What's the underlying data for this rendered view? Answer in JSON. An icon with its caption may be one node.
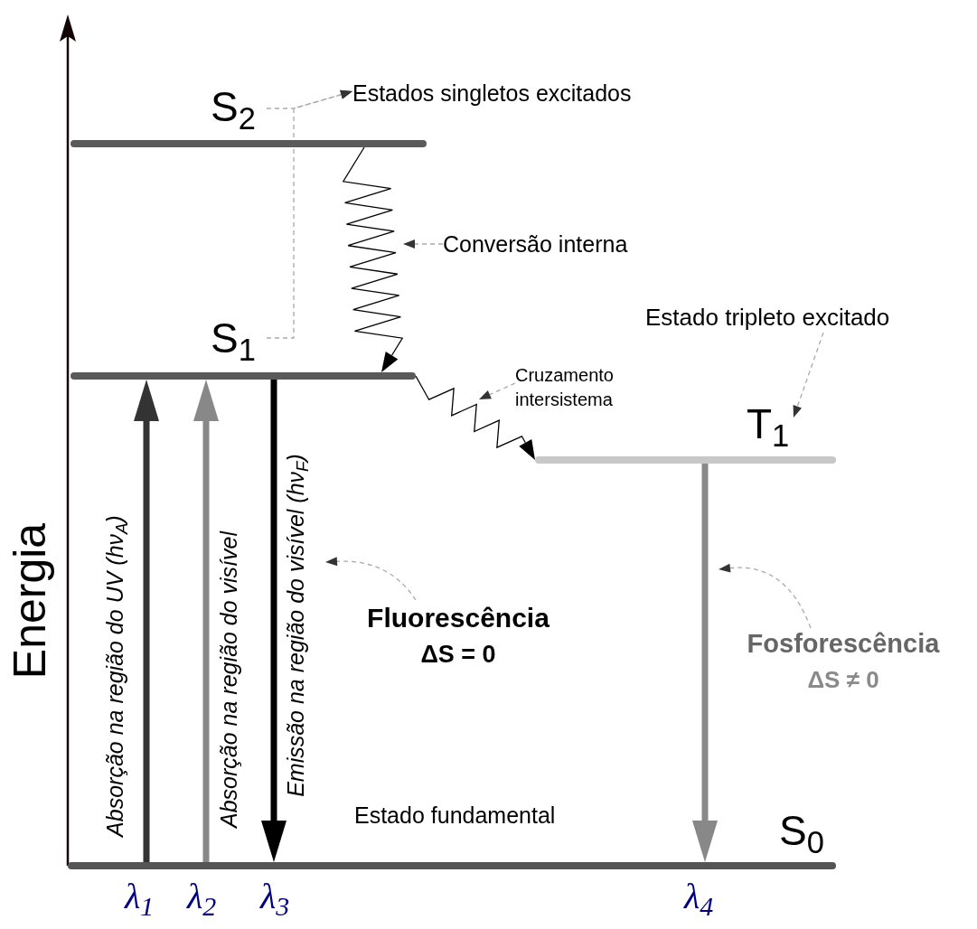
{
  "diagram": {
    "nodes": [
      {
        "text": [
          "S$_{2}$"
        ]
      },
      {
        "text": [
          "S$_{1}$"
        ]
      },
      {
        "text": [
          "T$_{1}$"
        ]
      },
      {
        "text": [
          "S$_{0}$"
        ],
        "beside": [
          "Estado fundamental"
        ]
      },
      {
        "text": [
          "Estados singletos excitados"
        ]
      },
      {
        "text": [
          "Conversão interna"
        ]
      },
      {
        "text": [
          "Cruzamento intersistema"
        ]
      },
      {
        "text": [
          "Estado tripleto excitado"
        ]
      },
      {
        "text": [
          "Fluorescência",
          "ΔS = 0"
        ]
      },
      {
        "text": [
          "Fosforescência",
          "ΔS ≠ 0"
        ]
      }
    ],
    "edges": [
      {
        "from": 3,
        "to": 1,
        "arrow": "to",
        "label": "Absorção na região do UV (hν$_{A}$)",
        "style": "thick",
        "color": "#333333"
      },
      {
        "from": 3,
        "to": 1,
        "arrow": "to",
        "label": "Absorção na região do visível",
        "style": "thick",
        "color": "#888888"
      },
      {
        "from": 1,
        "to": 3,
        "arrow": "to",
        "label": "Emissão na região do visível (hν$_{F}$)",
        "style": "thick",
        "color": "#000000"
      },
      {
        "from": 0,
        "to": 1,
        "arrow": "to",
        "color": "#000000"
      },
      {
        "from": 1,
        "to": 2,
        "arrow": "to",
        "color": "#000000"
      },
      {
        "from": 2,
        "to": 3,
        "arrow": "to",
        "style": "thick",
        "color": "#888888"
      },
      {
        "from": 0,
        "to": 4,
        "arrow": "to",
        "style": "dashed",
        "color": "#aaaaaa"
      },
      {
        "from": 1,
        "to": 4,
        "arrow": "to",
        "style": "dashed",
        "color": "#aaaaaa"
      },
      {
        "from": 5,
        "to": null,
        "arrow": "to",
        "style": "dashed",
        "color": "#aaaaaa"
      },
      {
        "from": 6,
        "to": null,
        "arrow": "to",
        "style": "dashed",
        "color": "#aaaaaa"
      },
      {
        "from": 7,
        "to": 2,
        "arrow": "to",
        "style": "dashed",
        "color": "#aaaaaa"
      },
      {
        "from": 8,
        "to": null,
        "arrow": "to",
        "style": "dashed",
        "color": "#aaaaaa"
      },
      {
        "from": 9,
        "to": null,
        "arrow": "to",
        "style": "dashed",
        "color": "#aaaaaa"
      }
    ],
    "labels": [
      "Energia",
      "λ$_{1}$",
      "λ$_{2}$",
      "λ$_{3}$",
      "λ$_{4}$"
    ]
  }
}
